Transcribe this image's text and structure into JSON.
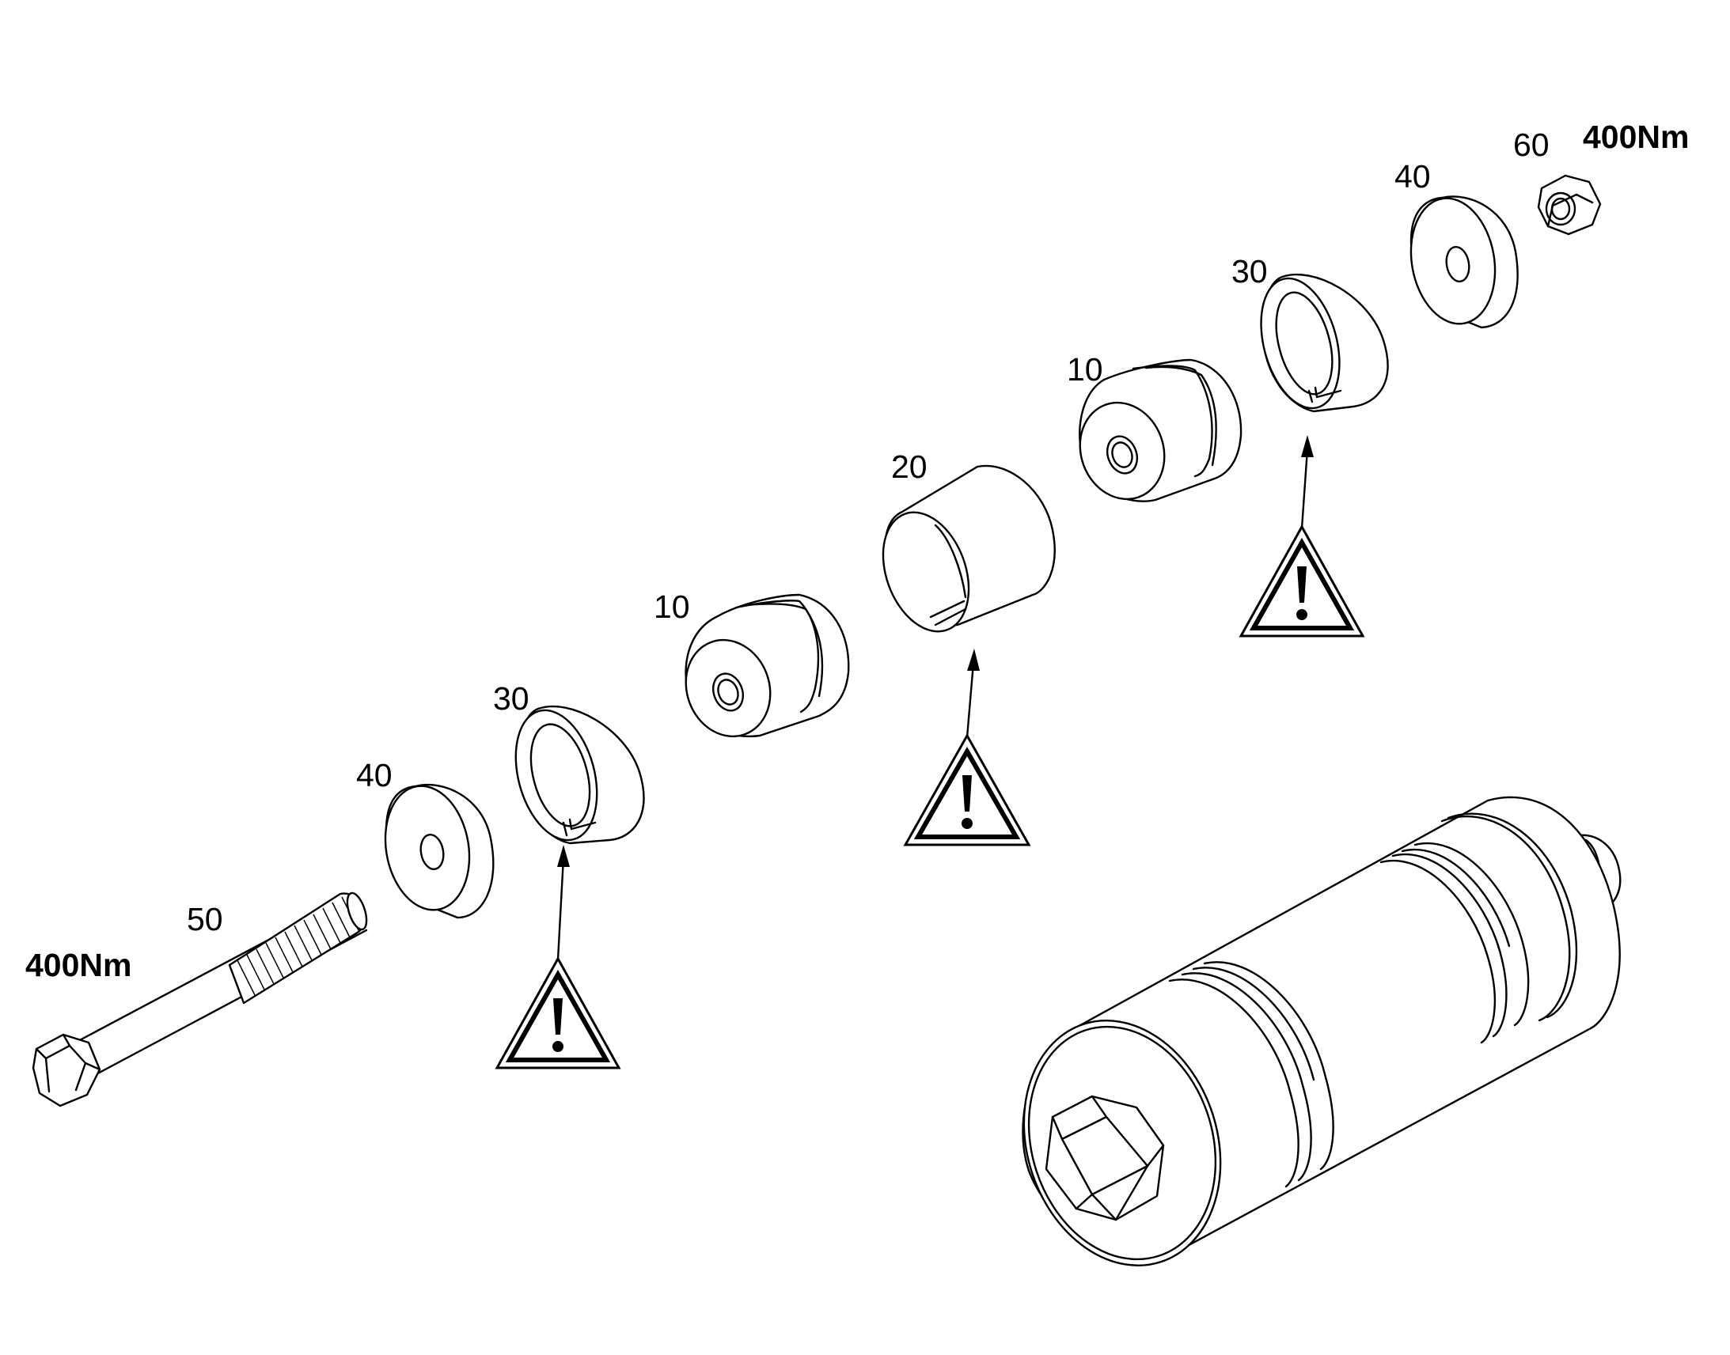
{
  "diagram": {
    "torque_labels": {
      "bolt": "400Nm",
      "nut": "400Nm"
    },
    "part_numbers": {
      "bush_left": "10",
      "bush_right": "10",
      "sleeve": "20",
      "ring_left": "30",
      "ring_right": "30",
      "washer_left": "40",
      "washer_right": "40",
      "bolt": "50",
      "nut": "60"
    },
    "warning_icons": [
      "warning-left",
      "warning-center",
      "warning-right"
    ]
  }
}
